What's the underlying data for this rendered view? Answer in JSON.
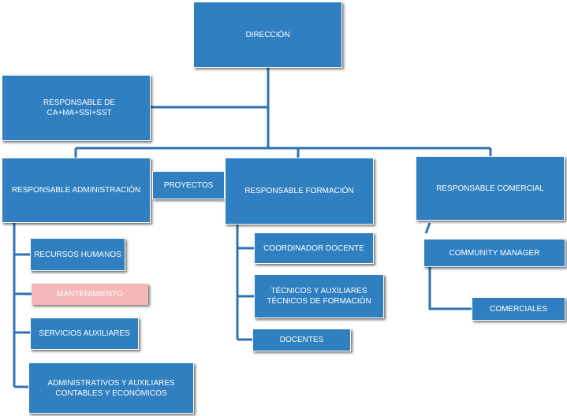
{
  "colors": {
    "box": "#2f7fc1",
    "connector": "#2f73b3",
    "highlight_box": "#f4b8b8",
    "background": "#ffffff"
  },
  "nodes": {
    "direccion": "DIRECCIÓN",
    "responsable_ca": "RESPONSABLE  DE CA+MA+SSI+SST",
    "responsable_administracion": "RESPONSABLE ADMINISTRACIÓN",
    "proyectos": "PROYECTOS",
    "responsable_formacion": "RESPONSABLE FORMACIÓN",
    "responsable_comercial": "RESPONSABLE COMERCIAL",
    "recursos_humanos": "RECURSOS HUMANOS",
    "mantenimiento": "MANTENIMIENTO",
    "servicios_auxiliares": "SERVICIOS AUXILIARES",
    "administrativos": "ADMINISTRATIVOS Y AUXILIARES CONTABLES Y ECONÓMICOS",
    "coordinador_docente": "COORDINADOR DOCENTE",
    "tecnicos": "TÉCNICOS Y AUXILIARES TÉCNICOS DE FORMACIÓN",
    "docentes": "DOCENTES",
    "community_manager": "COMMUNITY MANAGER",
    "comerciales": "COMERCIALES"
  }
}
